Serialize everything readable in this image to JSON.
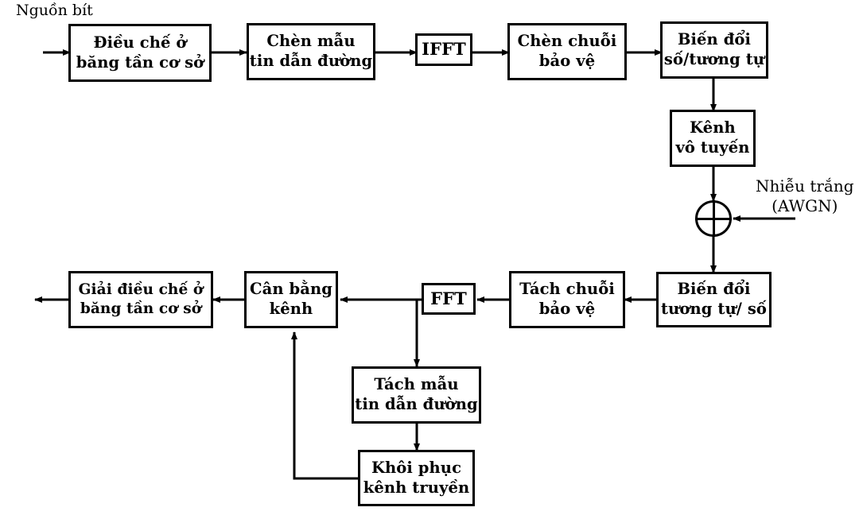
{
  "diagram": {
    "title_label": "Nguồn bít",
    "noise_label_line1": "Nhiễu trắng",
    "noise_label_line2": "(AWGN)",
    "colors": {
      "stroke": "#000000",
      "background": "#ffffff",
      "text": "#000000"
    },
    "blocks": [
      {
        "id": "baseband-mod",
        "line1": "Điều chế ở",
        "line2": "băng tần cơ  sở"
      },
      {
        "id": "pilot-insert",
        "line1": "Chèn mẫu",
        "line2": "tin dẫn đường"
      },
      {
        "id": "ifft",
        "line1": "IFFT",
        "line2": ""
      },
      {
        "id": "guard-insert",
        "line1": "Chèn chuỗi",
        "line2": "bảo vệ"
      },
      {
        "id": "dac",
        "line1": "Biến đổi",
        "line2": "số/tương tự"
      },
      {
        "id": "radio-channel",
        "line1": "Kênh",
        "line2": "vô tuyến"
      },
      {
        "id": "adc",
        "line1": "Biến đổi",
        "line2": "tương tự/ số"
      },
      {
        "id": "guard-remove",
        "line1": "Tách chuỗi",
        "line2": "bảo vệ"
      },
      {
        "id": "fft",
        "line1": "FFT",
        "line2": ""
      },
      {
        "id": "channel-equalize",
        "line1": "Cân bằng",
        "line2": "kênh"
      },
      {
        "id": "baseband-demod",
        "line1": "Giải điều chế ở",
        "line2": "băng tần cơ  sở"
      },
      {
        "id": "pilot-extract",
        "line1": "Tách mẫu",
        "line2": "tin dẫn đường"
      },
      {
        "id": "channel-estimate",
        "line1": "Khôi phục",
        "line2": "kênh truyền"
      }
    ]
  }
}
